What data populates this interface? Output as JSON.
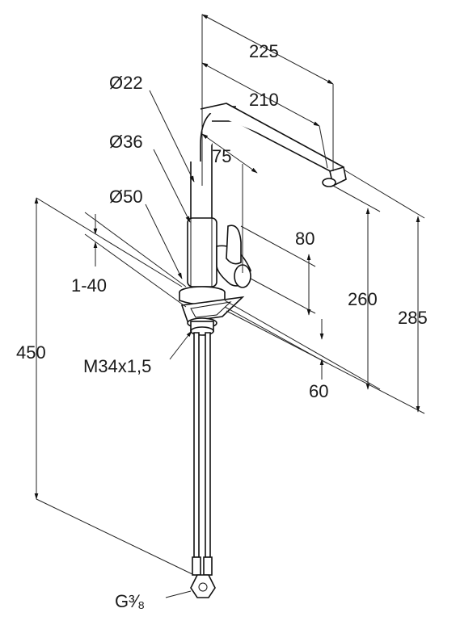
{
  "labels": {
    "d22": "Ø22",
    "d36": "Ø36",
    "d50": "Ø50",
    "range": "1-40",
    "total_height": "450",
    "thread": "M34x1,5",
    "connection": "G³⁄₈",
    "reach_225": "225",
    "reach_210": "210",
    "offset_75": "75",
    "height_80": "80",
    "height_260": "260",
    "height_285": "285",
    "height_60": "60"
  }
}
